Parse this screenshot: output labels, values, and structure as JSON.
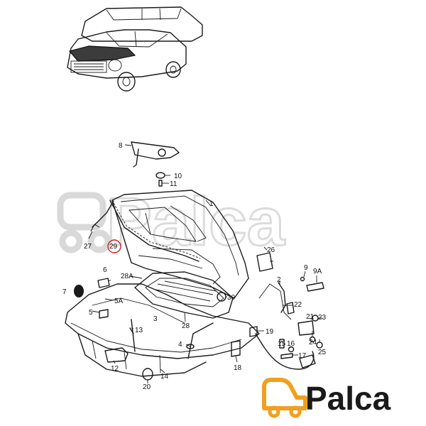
{
  "watermark": {
    "text": "Palca"
  },
  "brand": {
    "text": "Palca",
    "colors": {
      "car_icon": "#f0a020",
      "text": "#1a1a1a",
      "accent": "#f0a020"
    }
  },
  "callouts": {
    "p1": "1",
    "p2": "2",
    "p3": "3",
    "p4": "4",
    "p5": "5",
    "p5a_left": "5A",
    "p6": "6",
    "p7": "7",
    "p8": "8",
    "p9": "9",
    "p9a": "9A",
    "p10": "10",
    "p11": "11",
    "p12": "12",
    "p13": "13",
    "p14": "14",
    "p15": "15",
    "p16": "16",
    "p17": "17",
    "p18": "18",
    "p19": "19",
    "p20": "20",
    "p21": "21",
    "p22": "22",
    "p23": "23",
    "p24": "24",
    "p25": "25",
    "p26": "26",
    "p27": "27",
    "p28": "28",
    "p28a": "28A",
    "p29": "29",
    "p30": "30"
  },
  "highlight": {
    "part": "29",
    "color": "#d02020"
  }
}
